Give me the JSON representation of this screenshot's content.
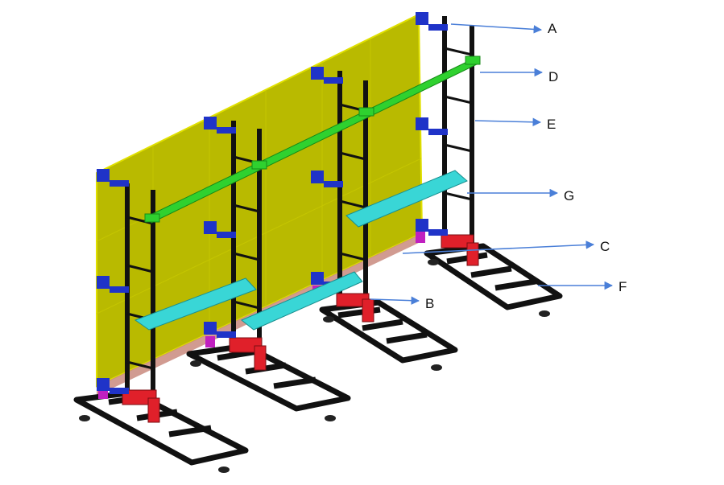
{
  "callouts": {
    "a": "A",
    "b": "B",
    "c": "C",
    "d": "D",
    "e": "E",
    "f": "F",
    "g": "G"
  },
  "colors": {
    "panel": "#b9ba00",
    "panel_edge": "#e0e000",
    "panel_bottom": "#c98a7e",
    "frame": "#111111",
    "bracket": "#1f33c8",
    "rail": "#2fd12f",
    "shelf": "#39d6d6",
    "foot_block": "#e0202a",
    "pad": "#c020c0",
    "arrow": "#4a7fd8"
  }
}
